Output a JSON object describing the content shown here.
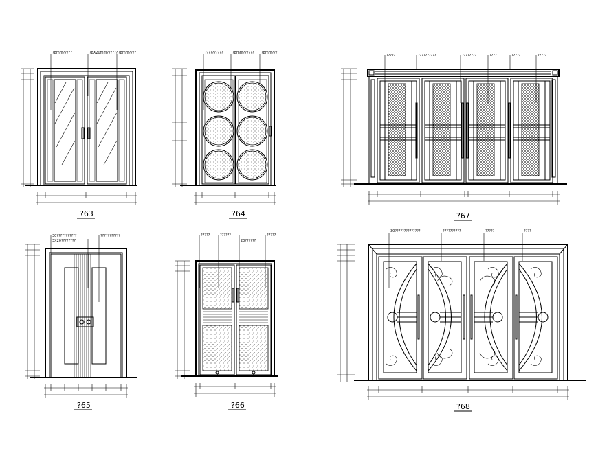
{
  "drawings": [
    {
      "id": "763",
      "title": "?63",
      "callouts": [
        "?8mm?????",
        "?8X20mm??????",
        "?8mm????"
      ]
    },
    {
      "id": "764",
      "title": "?64",
      "callouts": [
        "??????????",
        "?8mm??????",
        "?8mm???"
      ]
    },
    {
      "id": "767",
      "title": "?67",
      "callouts": [
        "?????",
        "??????????",
        "????????",
        "????",
        "?????",
        "?????"
      ]
    },
    {
      "id": "765",
      "title": "?65",
      "callouts": [
        "30???????????",
        "3X20????????",
        "???????????"
      ]
    },
    {
      "id": "766",
      "title": "?66",
      "callouts": [
        "?????",
        "??????",
        "20??????",
        "?????"
      ]
    },
    {
      "id": "768",
      "title": "?68",
      "callouts": [
        "30??????????????",
        "??????????",
        "?????",
        "????"
      ]
    }
  ],
  "colors": {
    "line": "#000000",
    "background": "#ffffff"
  }
}
